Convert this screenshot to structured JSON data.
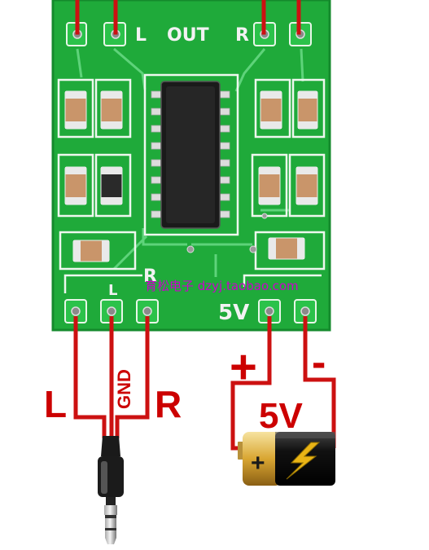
{
  "board": {
    "silk_top_left": "L",
    "silk_top_mid": "OUT",
    "silk_top_right": "R",
    "silk_bottom_left": "R",
    "silk_bottom_mid": "L",
    "silk_bottom_right": "5V",
    "watermark": "育松电子 dzyj.taobao.com"
  },
  "labels": {
    "left": "L",
    "gnd": "GND",
    "right": "R",
    "plus": "+",
    "minus": "-",
    "battery_voltage": "5V"
  },
  "battery": {
    "plus_mark": "+",
    "bolt_icon": "lightning-bolt-icon"
  },
  "colors": {
    "pcb": "#1faa3a",
    "wire": "#cc1111",
    "label": "#cc0000",
    "watermark": "#cc00cc"
  }
}
